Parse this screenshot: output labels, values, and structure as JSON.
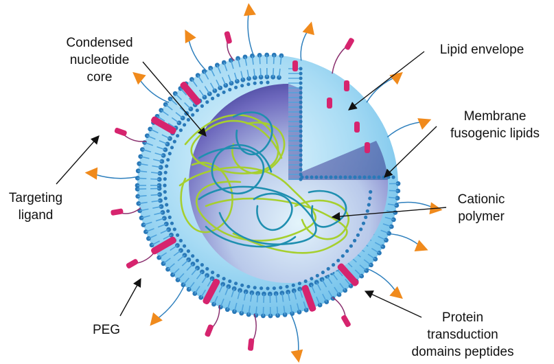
{
  "labels": {
    "condensed_core": [
      "Condensed",
      "nucleotide",
      "core"
    ],
    "lipid_envelope": [
      "Lipid envelope"
    ],
    "membrane_fusogenic": [
      "Membrane",
      "fusogenic lipids"
    ],
    "targeting_ligand": [
      "Targeting",
      "ligand"
    ],
    "cationic_polymer": [
      "Cationic",
      "polymer"
    ],
    "peg": [
      "PEG"
    ],
    "ptd_peptides": [
      "Protein",
      "transduction",
      "domains peptides"
    ]
  },
  "colors": {
    "envelope_light": "#bfe6f8",
    "envelope_mid": "#7cc8ee",
    "bilayer": "#4fa3dc",
    "bilayer_dark": "#2a79b8",
    "core_purple": "#4c4aa3",
    "core_light": "#c9e8f6",
    "polymer_green": "#a6cf2e",
    "polymer_teal": "#1f8fb0",
    "ligand_orange": "#f08a1c",
    "peptide_magenta": "#d6246e",
    "peg_tail": "#8a2f6e",
    "arrow": "#111111"
  },
  "icons": {
    "ligand": "orange-triangle-icon",
    "peptide": "magenta-cylinder-icon"
  }
}
